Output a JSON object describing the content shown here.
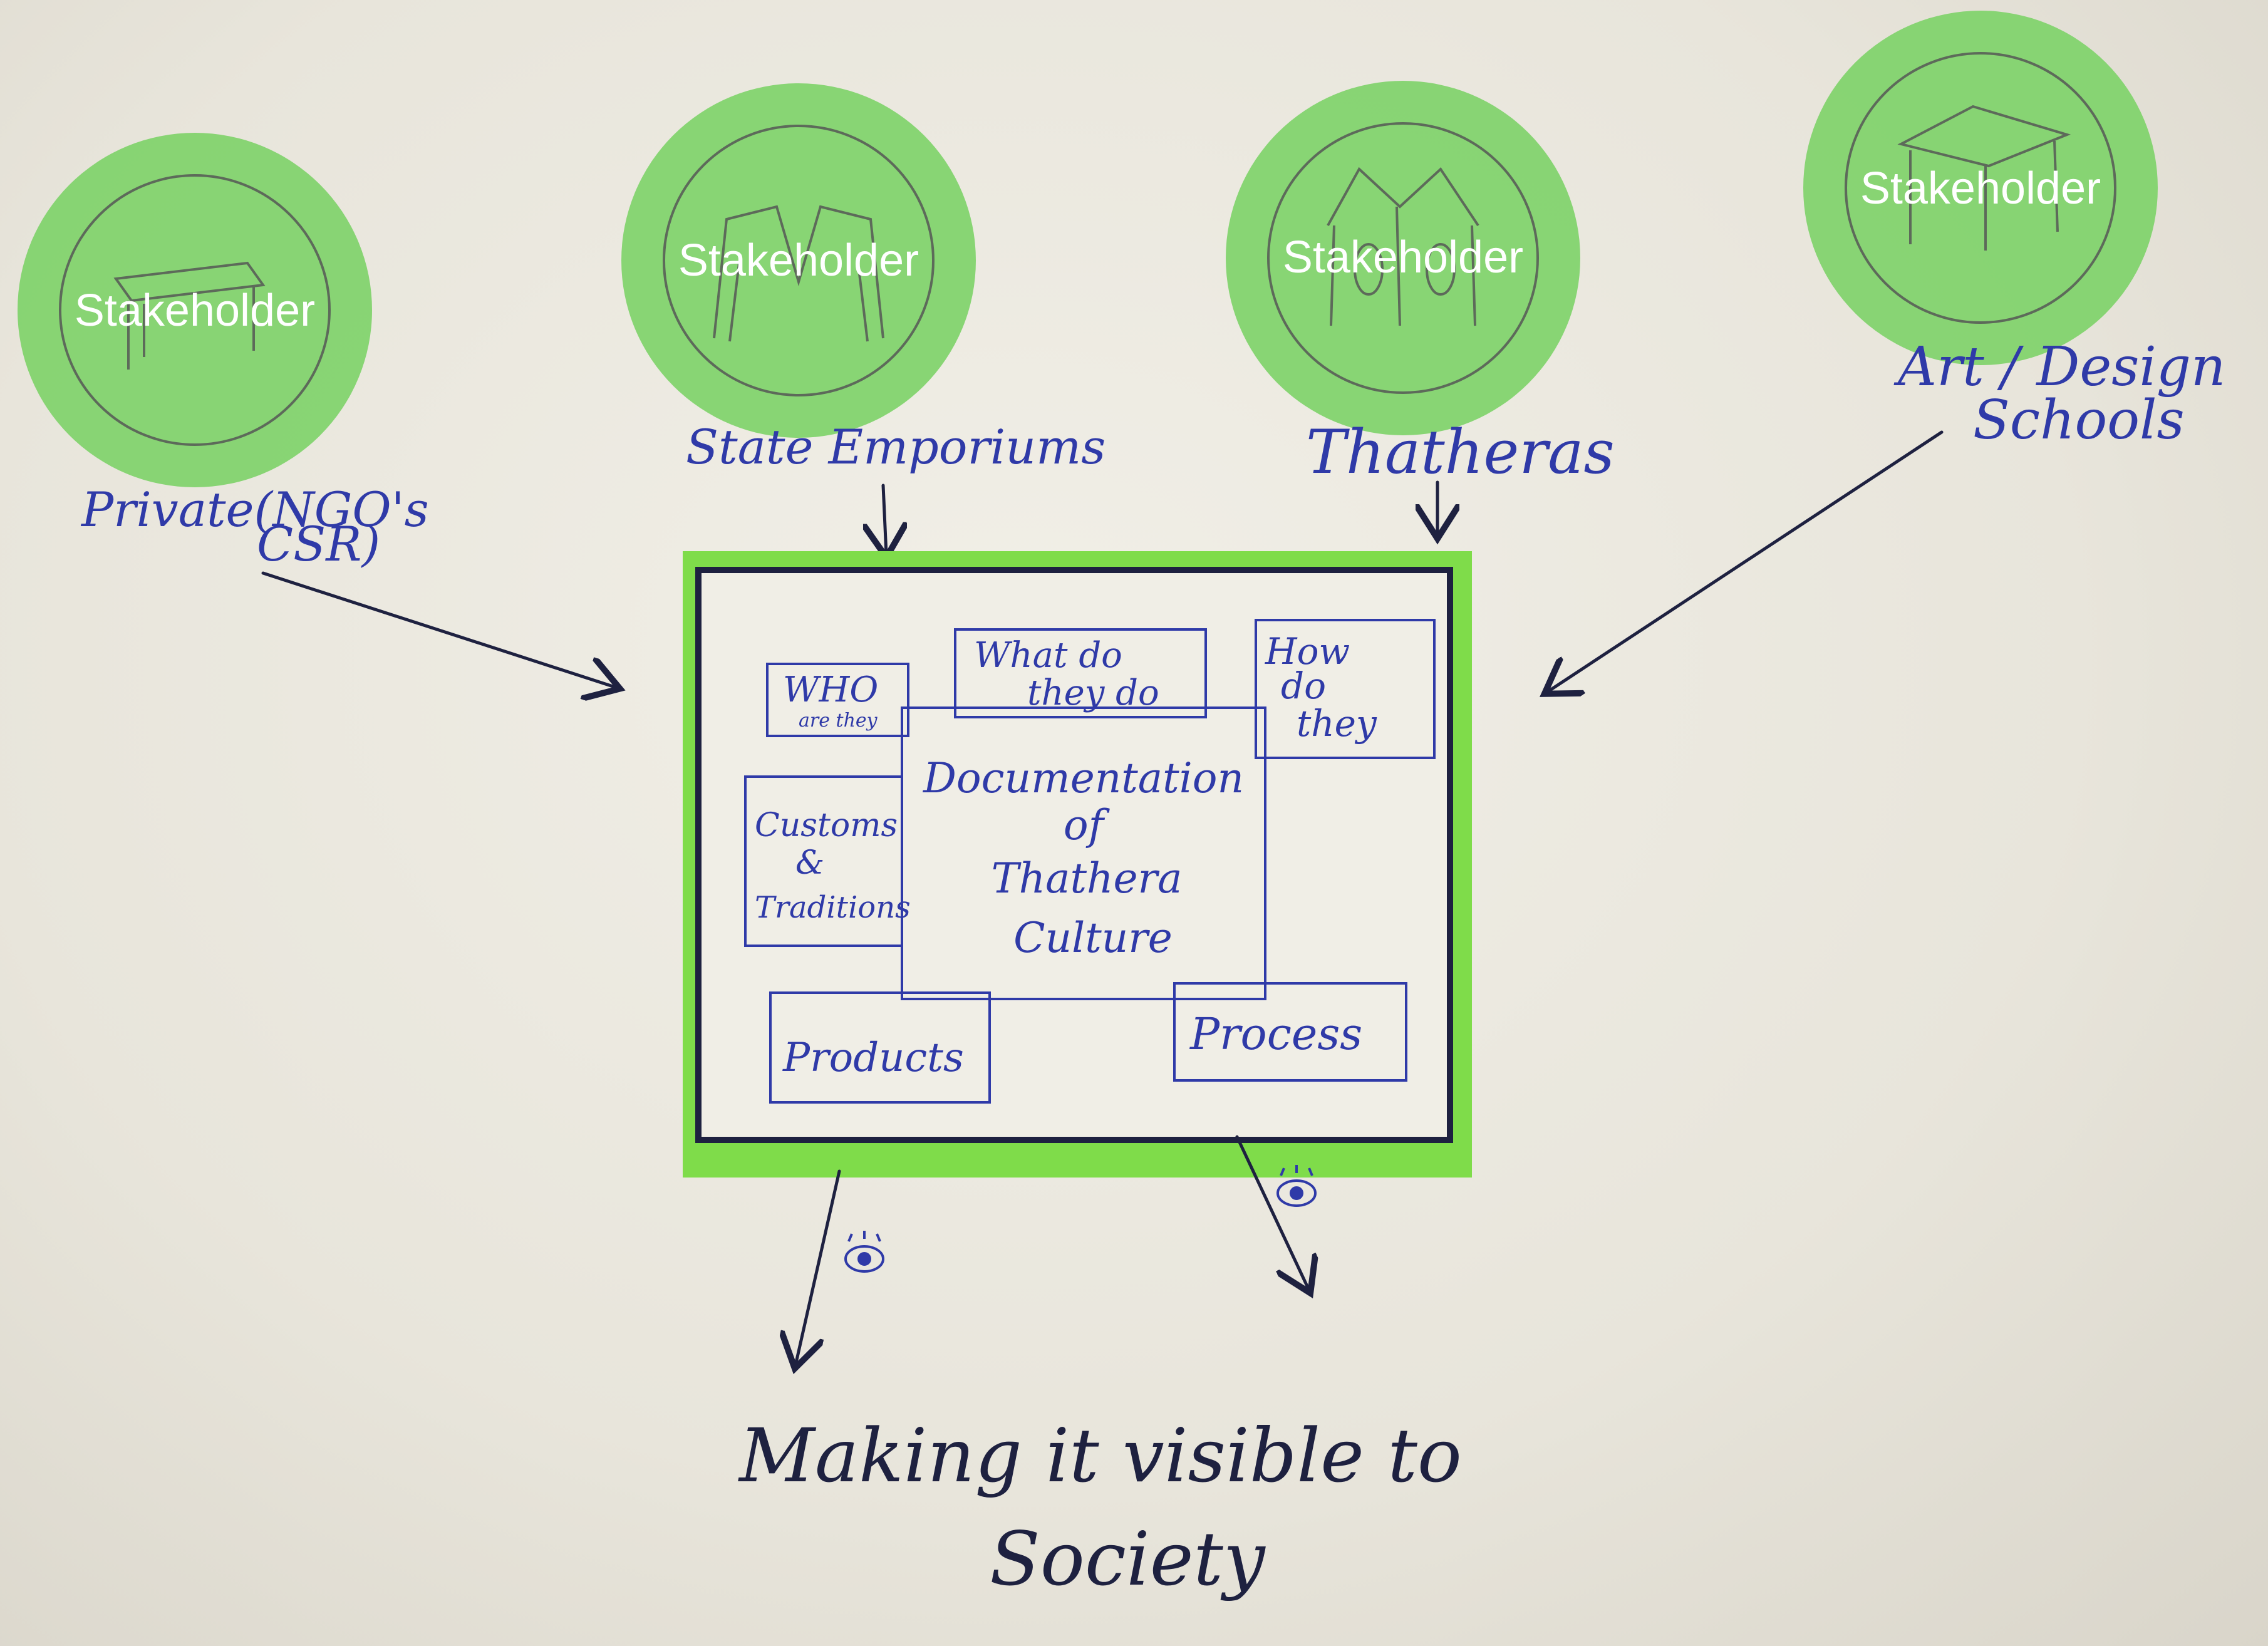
{
  "stakeholders": [
    {
      "label": "Stakeholder",
      "caption_lines": [
        "Private(NGO's",
        "CSR)"
      ],
      "icon": "table-building-icon"
    },
    {
      "label": "Stakeholder",
      "caption_lines": [
        "State Emporiums"
      ],
      "icon": "tent-shop-icon"
    },
    {
      "label": "Stakeholder",
      "caption_lines": [
        "Thatheras"
      ],
      "icon": "houses-icon"
    },
    {
      "label": "Stakeholder",
      "caption_lines": [
        "Art / Design",
        "Schools"
      ],
      "icon": "school-building-icon"
    }
  ],
  "board": {
    "center_lines": [
      "Documentation",
      "of",
      "Thathera",
      "Culture"
    ],
    "who_lines": [
      "WHO",
      "are they"
    ],
    "what_lines": [
      "What do",
      "they do"
    ],
    "how_lines": [
      "How",
      "do",
      "they"
    ],
    "customs_lines": [
      "Customs",
      "&",
      "Traditions"
    ],
    "products": "Products",
    "process": "Process"
  },
  "outcome_lines": [
    "Making it visible to",
    "Society"
  ],
  "colors": {
    "circle_fill": "#7fd36a",
    "board_highlight": "#7fdc4a",
    "ink_blue": "#2f3aa8",
    "ink_dark": "#1e2140"
  }
}
